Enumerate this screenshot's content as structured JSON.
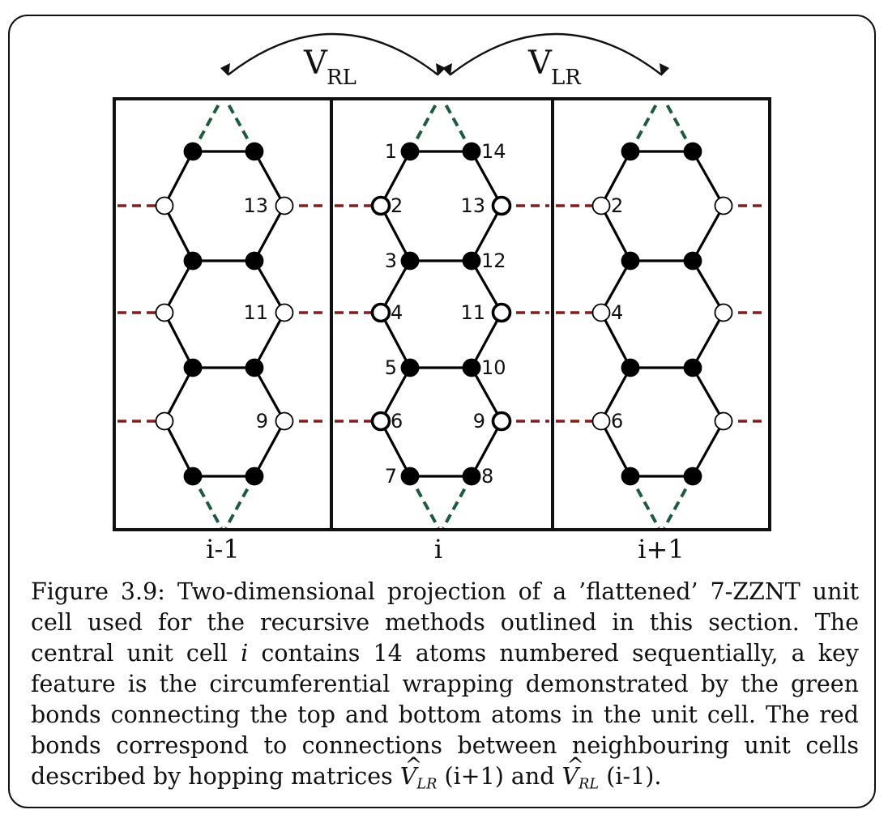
{
  "diagram": {
    "coupling_left": {
      "main": "V",
      "sub": "RL"
    },
    "coupling_right": {
      "main": "V",
      "sub": "LR"
    },
    "cells": [
      {
        "label": "i-1",
        "atom_labels": [
          {
            "atom": 13,
            "text": "13"
          },
          {
            "atom": 11,
            "text": "11"
          },
          {
            "atom": 9,
            "text": "9"
          }
        ]
      },
      {
        "label": "i",
        "atom_labels": [
          {
            "atom": 1,
            "text": "1"
          },
          {
            "atom": 2,
            "text": "2"
          },
          {
            "atom": 3,
            "text": "3"
          },
          {
            "atom": 4,
            "text": "4"
          },
          {
            "atom": 5,
            "text": "5"
          },
          {
            "atom": 6,
            "text": "6"
          },
          {
            "atom": 7,
            "text": "7"
          },
          {
            "atom": 8,
            "text": "8"
          },
          {
            "atom": 9,
            "text": "9"
          },
          {
            "atom": 10,
            "text": "10"
          },
          {
            "atom": 11,
            "text": "11"
          },
          {
            "atom": 12,
            "text": "12"
          },
          {
            "atom": 13,
            "text": "13"
          },
          {
            "atom": 14,
            "text": "14"
          }
        ]
      },
      {
        "label": "i+1",
        "atom_labels": [
          {
            "atom": 2,
            "text": "2"
          },
          {
            "atom": 4,
            "text": "4"
          },
          {
            "atom": 6,
            "text": "6"
          }
        ]
      }
    ],
    "colors": {
      "filled_atom": "#000000",
      "open_atom": "#ffffff",
      "bond": "#000000",
      "green_bond": "#1e5a41",
      "red_bond": "#8b1a1a"
    }
  },
  "caption": {
    "label": "Figure 3.9:",
    "part1": "Two-dimensional projection of a ’flattened’ 7-ZZNT unit cell used for the recursive methods outlined in this section. The central unit cell",
    "var_i": "i",
    "part2": "contains 14 atoms numbered sequentially, a key feature is the circumferential wrapping demonstrated by the green bonds connecting the top and bottom atoms in the unit cell. The red bonds correspond to connections between neighbouring unit cells described by hopping matrices",
    "v_main_1": "V",
    "v_sub_1": "LR",
    "arg1": "(i+1)",
    "and": "and",
    "v_main_2": "V",
    "v_sub_2": "RL",
    "arg2": "(i-1)."
  }
}
